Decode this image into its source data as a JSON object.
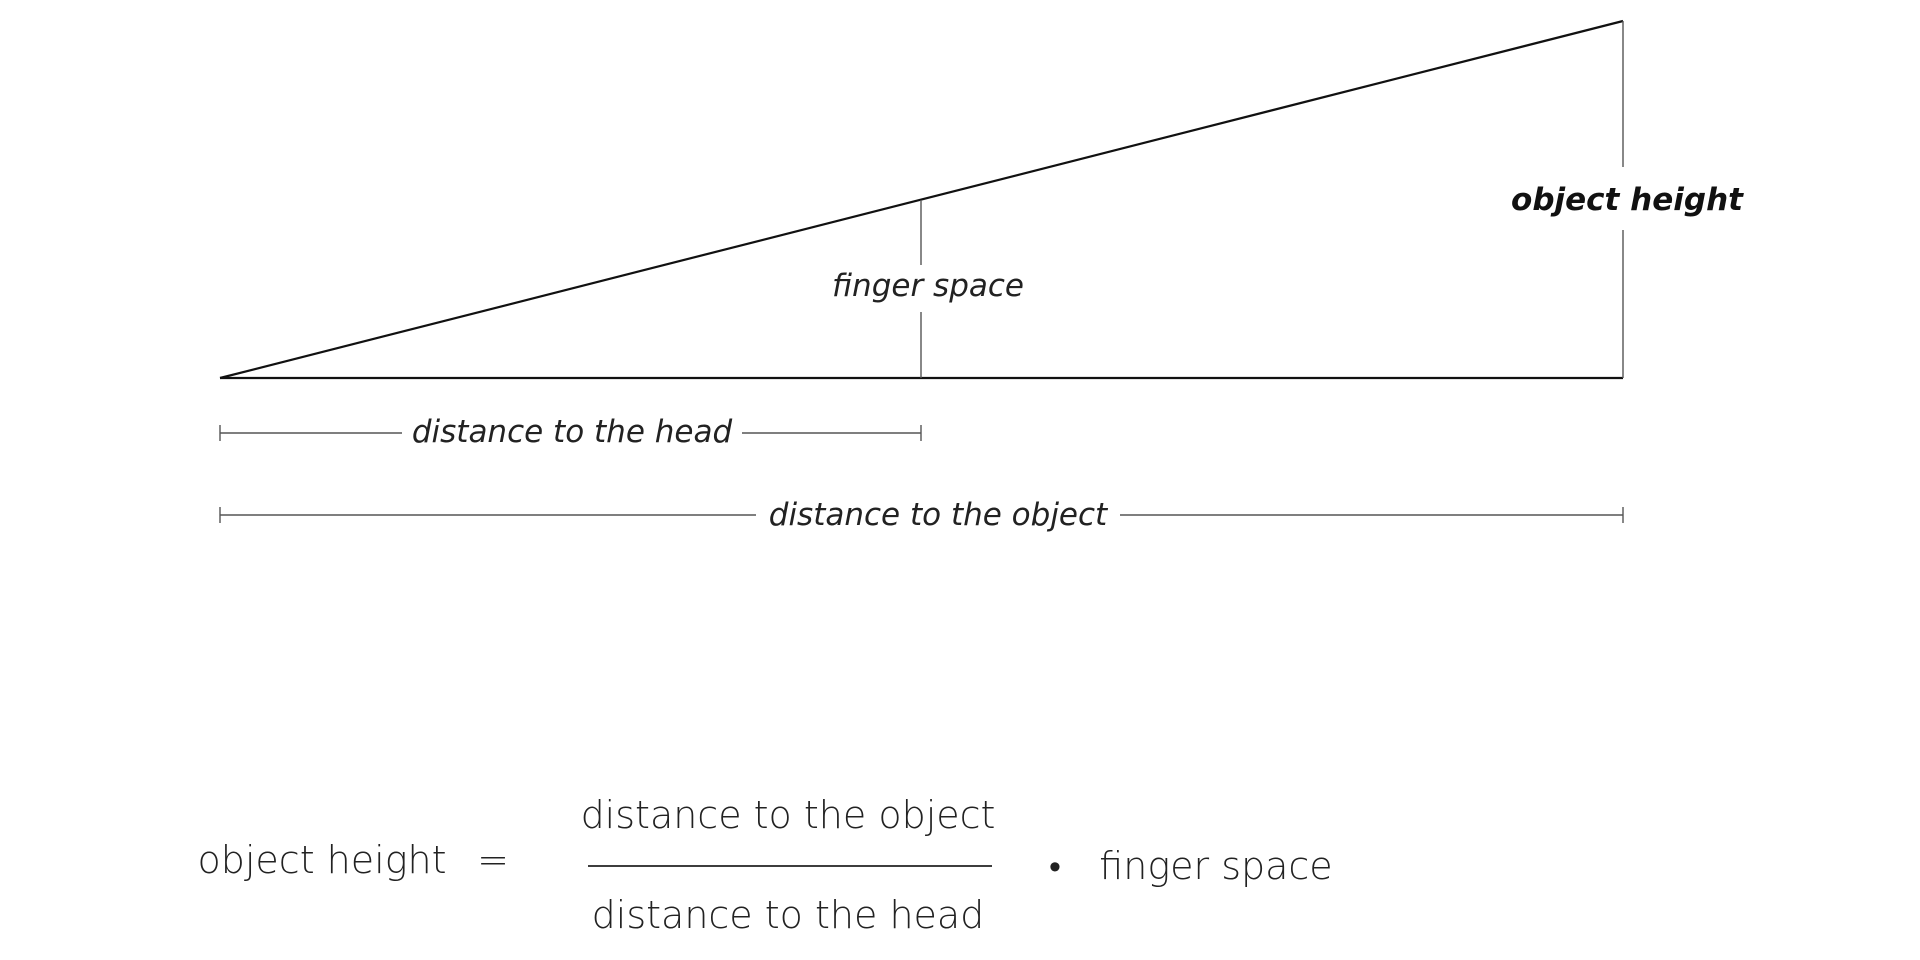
{
  "diagram": {
    "labels": {
      "object_height": "object height",
      "finger_space": "finger space",
      "distance_to_head": "distance to the head",
      "distance_to_object": "distance to the object"
    }
  },
  "formula": {
    "lhs": "object height",
    "equals": "=",
    "numerator": "distance to the object",
    "denominator": "distance to the head",
    "operator": "•",
    "factor": "finger space"
  }
}
